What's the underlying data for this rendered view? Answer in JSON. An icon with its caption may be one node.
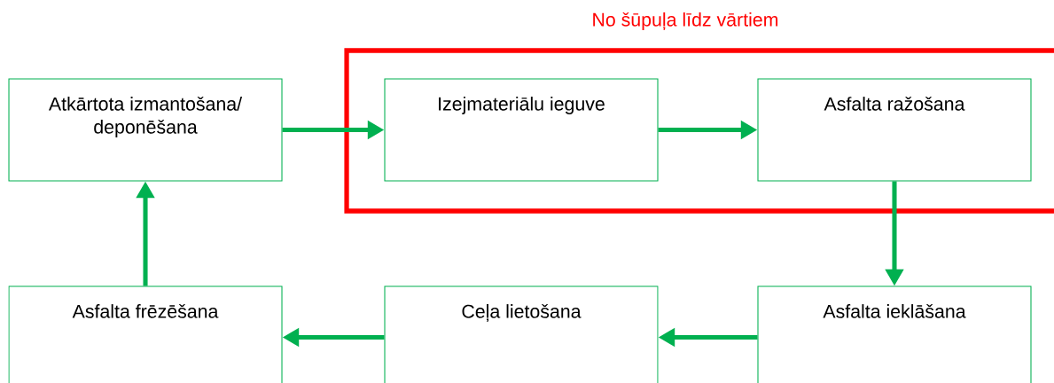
{
  "diagram": {
    "nodes": [
      {
        "text": [
          "No šūpuļa līdz vārtiem"
        ]
      },
      {
        "text": [
          "Atkārtota izmantošana/ deponēšana"
        ]
      },
      {
        "text": [
          "Izejmateriālu ieguve"
        ],
        "in": 0
      },
      {
        "text": [
          "Asfalta ražošana"
        ],
        "in": 0
      },
      {
        "text": [
          "Asfalta frēzēšana"
        ]
      },
      {
        "text": [
          "Ceļa lietošana"
        ]
      },
      {
        "text": [
          "Asfalta ieklāšana"
        ]
      }
    ],
    "edges": [
      {
        "from": 1,
        "to": 2,
        "arrow": "to"
      },
      {
        "from": 2,
        "to": 3,
        "arrow": "to"
      },
      {
        "from": 3,
        "to": 6,
        "arrow": "to"
      },
      {
        "from": 6,
        "to": 5,
        "arrow": "to"
      },
      {
        "from": 5,
        "to": 4,
        "arrow": "to"
      },
      {
        "from": 4,
        "to": 1,
        "arrow": "to"
      }
    ]
  }
}
